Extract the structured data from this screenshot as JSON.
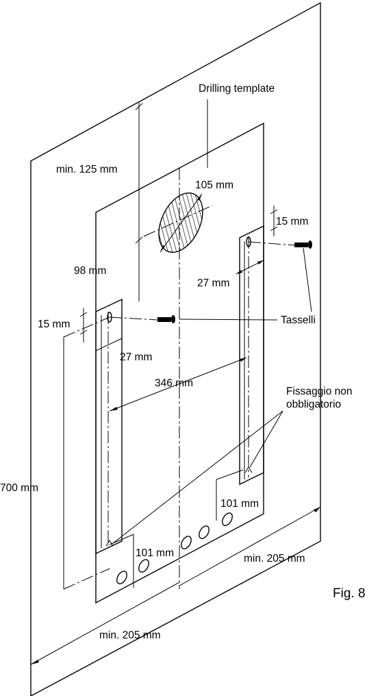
{
  "labels": {
    "drilling_template": "Drilling template",
    "min_125": "min. 125 mm",
    "d105": "105 mm",
    "d15_top": "15 mm",
    "d98": "98 mm",
    "d27_right": "27 mm",
    "tasselli": "Tasselli",
    "d15_left": "15 mm",
    "d27_left": "27 mm",
    "d346": "346 mm",
    "fissaggio_line1": "Fissaggio non",
    "fissaggio_line2": "obbligatorio",
    "d700": "700 mm",
    "d101_right": "101 mm",
    "d101_left": "101 mm",
    "min_205_right": "min. 205 mm",
    "min_205_bottom": "min. 205 mm",
    "fig": "Fig. 8"
  }
}
